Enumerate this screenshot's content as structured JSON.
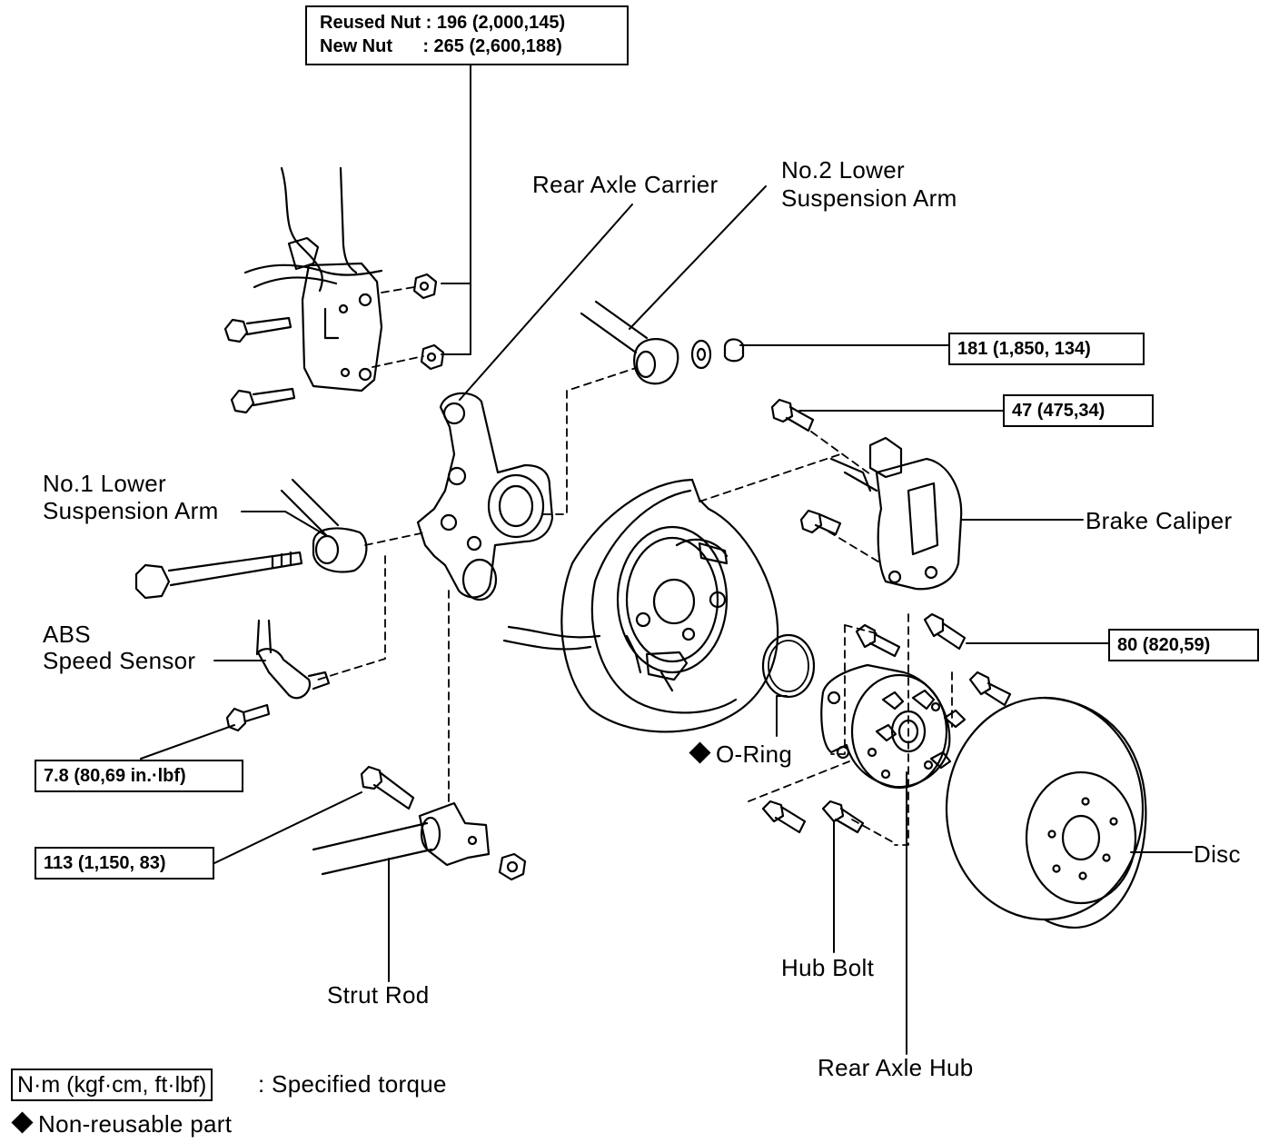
{
  "labels": {
    "rear_axle_carrier": "Rear Axle Carrier",
    "no2_lower_arm_l1": "No.2 Lower",
    "no2_lower_arm_l2": "Suspension Arm",
    "no1_lower_arm_l1": "No.1 Lower",
    "no1_lower_arm_l2": "Suspension Arm",
    "abs_l1": "ABS",
    "abs_l2": "Speed Sensor",
    "brake_caliper": "Brake Caliper",
    "o_ring": "O-Ring",
    "disc": "Disc",
    "hub_bolt": "Hub Bolt",
    "strut_rod": "Strut Rod",
    "rear_axle_hub": "Rear Axle Hub"
  },
  "torques": {
    "nut_line1": "Reused Nut : 196 (2,000,145)",
    "nut_line2": "New Nut      : 265 (2,600,188)",
    "t181": "181 (1,850, 134)",
    "t47": "47 (475,34)",
    "t80": "80 (820,59)",
    "t78": "7.8 (80,69 in.·lbf)",
    "t113": "113 (1,150, 83)"
  },
  "legend": {
    "torque_unit": "N·m (kgf·cm, ft·lbf)",
    "torque_desc": ": Specified torque",
    "non_reusable": "Non-reusable part"
  }
}
